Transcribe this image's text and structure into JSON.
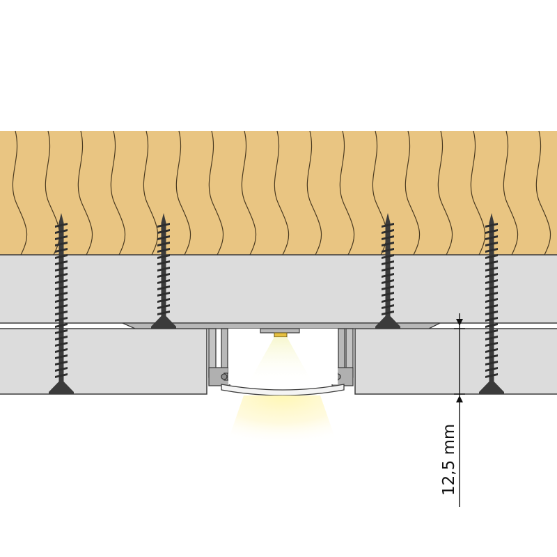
{
  "diagram": {
    "dimension_label": "12,5 mm",
    "colors": {
      "wood": "#e9c582",
      "wood_grain": "#4a3a20",
      "plasterboard": "#dcdcdc",
      "outline": "#3a3a3a",
      "aluminium": "#b8b8b8",
      "screw": "#3b3b3b",
      "light": "#fff3a8"
    },
    "components": {
      "beam": "wood-beam",
      "upper_board": "plasterboard-upper",
      "lower_board": "plasterboard-lower",
      "profile": "aluminium-profile",
      "diffuser": "diffuser",
      "led": "led-strip",
      "screw_count": 4
    }
  }
}
